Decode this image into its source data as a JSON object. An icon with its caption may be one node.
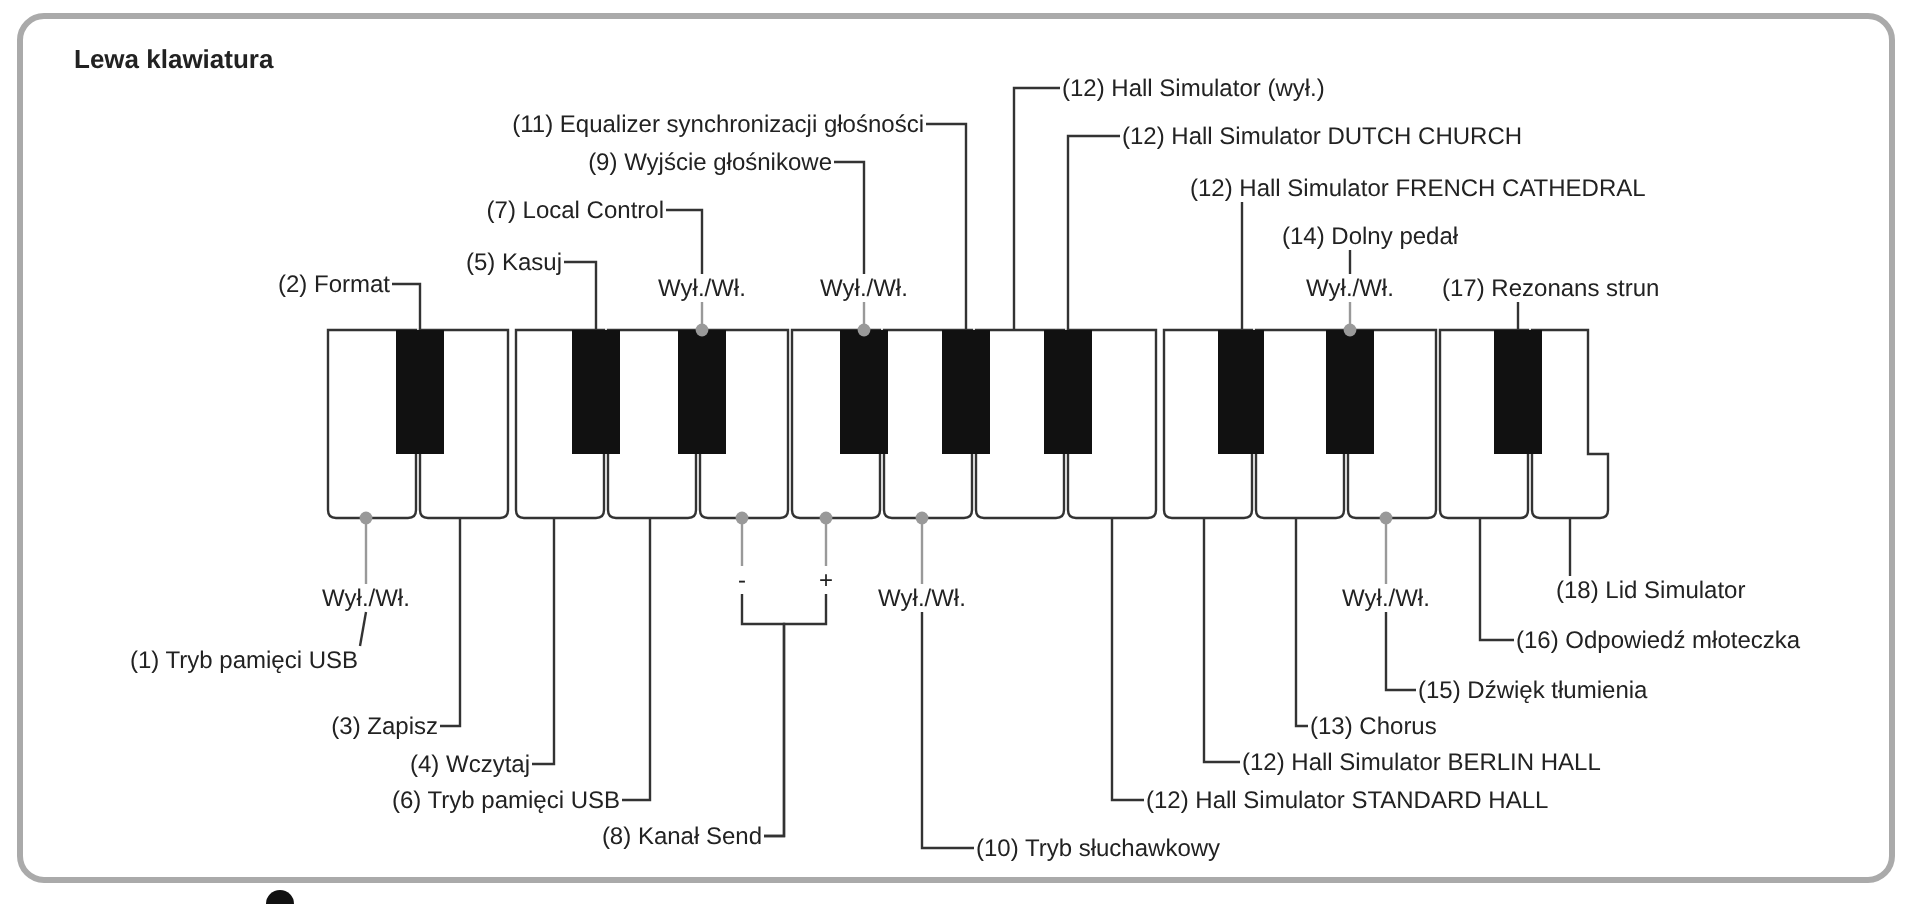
{
  "diagram": {
    "title": "Lewa klawiatura",
    "nodes": [
      {
        "text": [
          "(12) Hall Simulator (wył.)"
        ]
      },
      {
        "text": [
          "(11) Equalizer synchronizacji głośności"
        ]
      },
      {
        "text": [
          "(12) Hall Simulator DUTCH CHURCH"
        ]
      },
      {
        "text": [
          "(9) Wyjście głośnikowe"
        ]
      },
      {
        "text": [
          "(12) Hall Simulator FRENCH CATHEDRAL"
        ]
      },
      {
        "text": [
          "(7) Local Control"
        ]
      },
      {
        "text": [
          "(14) Dolny pedał"
        ]
      },
      {
        "text": [
          "(5) Kasuj"
        ]
      },
      {
        "text": [
          "(2) Format"
        ]
      },
      {
        "text": [
          "Wył./Wł."
        ]
      },
      {
        "text": [
          "Wył./Wł."
        ]
      },
      {
        "text": [
          "Wył./Wł."
        ]
      },
      {
        "text": [
          "(17) Rezonans strun"
        ]
      },
      {
        "text": [],
        "shape": "box"
      },
      {
        "text": [],
        "shape": "box"
      },
      {
        "text": [],
        "shape": "box"
      },
      {
        "text": [],
        "shape": "box"
      },
      {
        "text": [],
        "shape": "box"
      },
      {
        "text": [],
        "shape": "box"
      },
      {
        "text": [],
        "shape": "box"
      },
      {
        "text": [],
        "shape": "box"
      },
      {
        "text": [],
        "shape": "box"
      },
      {
        "text": [],
        "shape": "box"
      },
      {
        "text": [],
        "shape": "box"
      },
      {
        "text": [],
        "shape": "box"
      },
      {
        "text": [],
        "shape": "box"
      },
      {
        "text": [],
        "shape": "box"
      },
      {
        "text": [],
        "shape": "box"
      },
      {
        "text": [],
        "shape": "box"
      },
      {
        "text": [],
        "shape": "box"
      },
      {
        "text": [],
        "shape": "box"
      },
      {
        "text": [],
        "shape": "box"
      },
      {
        "text": [],
        "shape": "box"
      },
      {
        "text": [],
        "shape": "box"
      },
      {
        "text": [],
        "shape": "box"
      },
      {
        "text": [],
        "shape": "box"
      },
      {
        "text": [
          "-"
        ]
      },
      {
        "text": [
          "+"
        ]
      },
      {
        "text": [
          "Wył./Wł."
        ]
      },
      {
        "text": [
          "Wył./Wł."
        ]
      },
      {
        "text": [
          "Wył./Wł."
        ]
      },
      {
        "text": [
          "(18) Lid Simulator"
        ]
      },
      {
        "text": [
          "(16) Odpowiedź młoteczka"
        ]
      },
      {
        "text": [
          "(1) Tryb pamięci USB"
        ]
      },
      {
        "text": [
          "(15) Dźwięk tłumienia"
        ]
      },
      {
        "text": [
          "(3) Zapisz"
        ]
      },
      {
        "text": [
          "(13) Chorus"
        ]
      },
      {
        "text": [
          "(4) Wczytaj"
        ]
      },
      {
        "text": [
          "(12) Hall Simulator BERLIN HALL"
        ]
      },
      {
        "text": [
          "(6) Tryb pamięci USB"
        ]
      },
      {
        "text": [
          "(12) Hall Simulator STANDARD HALL"
        ]
      },
      {
        "text": [
          "(8) Kanał Send"
        ]
      },
      {
        "text": [
          "(10) Tryb słuchawkowy"
        ]
      }
    ],
    "edges": [
      {
        "from": 8,
        "to": 14,
        "arrow": "none"
      },
      {
        "from": 7,
        "to": 17,
        "arrow": "none"
      },
      {
        "from": 5,
        "to": 9,
        "arrow": "none"
      },
      {
        "from": 9,
        "to": 19,
        "arrow": "other",
        "color": "#999999"
      },
      {
        "from": 3,
        "to": 10,
        "arrow": "none"
      },
      {
        "from": 10,
        "to": 22,
        "arrow": "other",
        "color": "#999999"
      },
      {
        "from": 1,
        "to": 24,
        "arrow": "none"
      },
      {
        "from": 0,
        "to": 25,
        "arrow": "none"
      },
      {
        "from": 2,
        "to": 26,
        "arrow": "none"
      },
      {
        "from": 4,
        "to": 29,
        "arrow": "none"
      },
      {
        "from": 6,
        "to": 11,
        "arrow": "none"
      },
      {
        "from": 11,
        "to": 31,
        "arrow": "other",
        "color": "#999999"
      },
      {
        "from": 12,
        "to": 34,
        "arrow": "none"
      },
      {
        "from": 43,
        "to": 38,
        "arrow": "none"
      },
      {
        "from": 38,
        "to": 13,
        "arrow": "other",
        "color": "#999999"
      },
      {
        "from": 45,
        "to": 15,
        "arrow": "none"
      },
      {
        "from": 47,
        "to": 16,
        "arrow": "none"
      },
      {
        "from": 49,
        "to": 18,
        "arrow": "none"
      },
      {
        "from": 36,
        "to": 20,
        "arrow": "other",
        "color": "#999999"
      },
      {
        "from": 37,
        "to": 21,
        "arrow": "other",
        "color": "#999999"
      },
      {
        "from": 51,
        "to": 36,
        "arrow": "none"
      },
      {
        "from": 51,
        "to": 37,
        "arrow": "none"
      },
      {
        "from": 52,
        "to": 39,
        "arrow": "none"
      },
      {
        "from": 39,
        "to": 23,
        "arrow": "other",
        "color": "#999999"
      },
      {
        "from": 50,
        "to": 27,
        "arrow": "none"
      },
      {
        "from": 48,
        "to": 28,
        "arrow": "none"
      },
      {
        "from": 46,
        "to": 30,
        "arrow": "none"
      },
      {
        "from": 44,
        "to": 40,
        "arrow": "none"
      },
      {
        "from": 40,
        "to": 32,
        "arrow": "other",
        "color": "#999999"
      },
      {
        "from": 42,
        "to": 33,
        "arrow": "none"
      },
      {
        "from": 41,
        "to": 35,
        "arrow": "none"
      }
    ]
  }
}
